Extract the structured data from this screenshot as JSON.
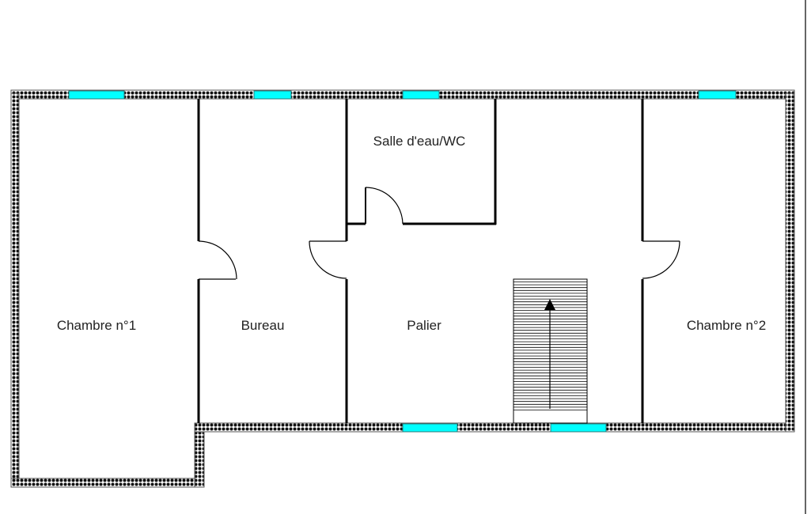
{
  "rooms": {
    "chambre1": "Chambre n°1",
    "bureau": "Bureau",
    "salle_eau": "Salle d'eau/WC",
    "palier": "Palier",
    "chambre2": "Chambre n°2"
  },
  "colors": {
    "window": "#00ffff",
    "wall": "#000000"
  }
}
